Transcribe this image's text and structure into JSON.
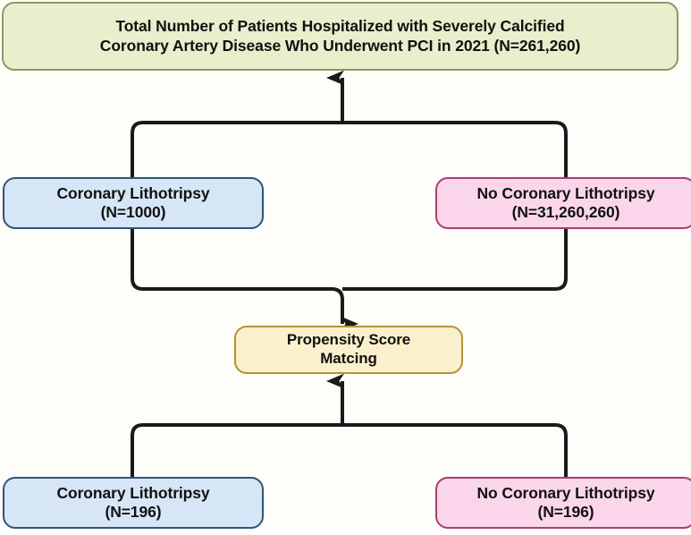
{
  "diagram": {
    "type": "flowchart",
    "background_color": "#fdfdfa",
    "connector_color": "#1a1a1a",
    "nodes": {
      "total_cohort": {
        "line1": "Total Number of Patients Hospitalized with Severely Calcified",
        "line2": "Coronary Artery Disease Who Underwent PCI in 2021 (N=261,260)",
        "fill_color": "#e9eecd",
        "border_color": "#8a9a63"
      },
      "lithotripsy_pre": {
        "line1": "Coronary Lithotripsy",
        "line2": "(N=1000)",
        "fill_color": "#d6e6f7",
        "border_color": "#2e5575"
      },
      "no_lithotripsy_pre": {
        "line1": "No Coronary Lithotripsy",
        "line2": "(N=31,260,260)",
        "fill_color": "#fbd6ea",
        "border_color": "#a83f73"
      },
      "propensity_score_matching": {
        "line1": "Propensity Score",
        "line2": "Matcing",
        "fill_color": "#fbf0cd",
        "border_color": "#b39334"
      },
      "lithotripsy_post": {
        "line1": "Coronary Lithotripsy",
        "line2": "(N=196)",
        "fill_color": "#d6e6f7",
        "border_color": "#2e5575"
      },
      "no_lithotripsy_post": {
        "line1": "No Coronary Lithotripsy",
        "line2": "(N=196)",
        "fill_color": "#fbd6ea",
        "border_color": "#a83f73"
      }
    }
  }
}
